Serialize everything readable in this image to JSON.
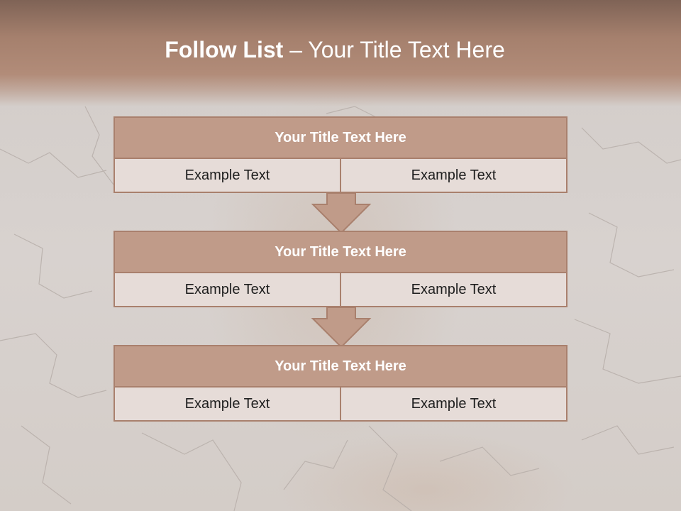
{
  "slide": {
    "title_bold": "Follow List",
    "title_rest": " – Your Title Text Here",
    "steps": [
      {
        "title": "Your Title Text Here",
        "left": "Example Text",
        "right": "Example Text"
      },
      {
        "title": "Your Title Text Here",
        "left": "Example Text",
        "right": "Example Text"
      },
      {
        "title": "Your Title Text Here",
        "left": "Example Text",
        "right": "Example Text"
      }
    ],
    "colors": {
      "header": "#a5806d",
      "box_head": "#c09b89",
      "border": "#a9806d",
      "cell": "#e6dcd8"
    }
  }
}
